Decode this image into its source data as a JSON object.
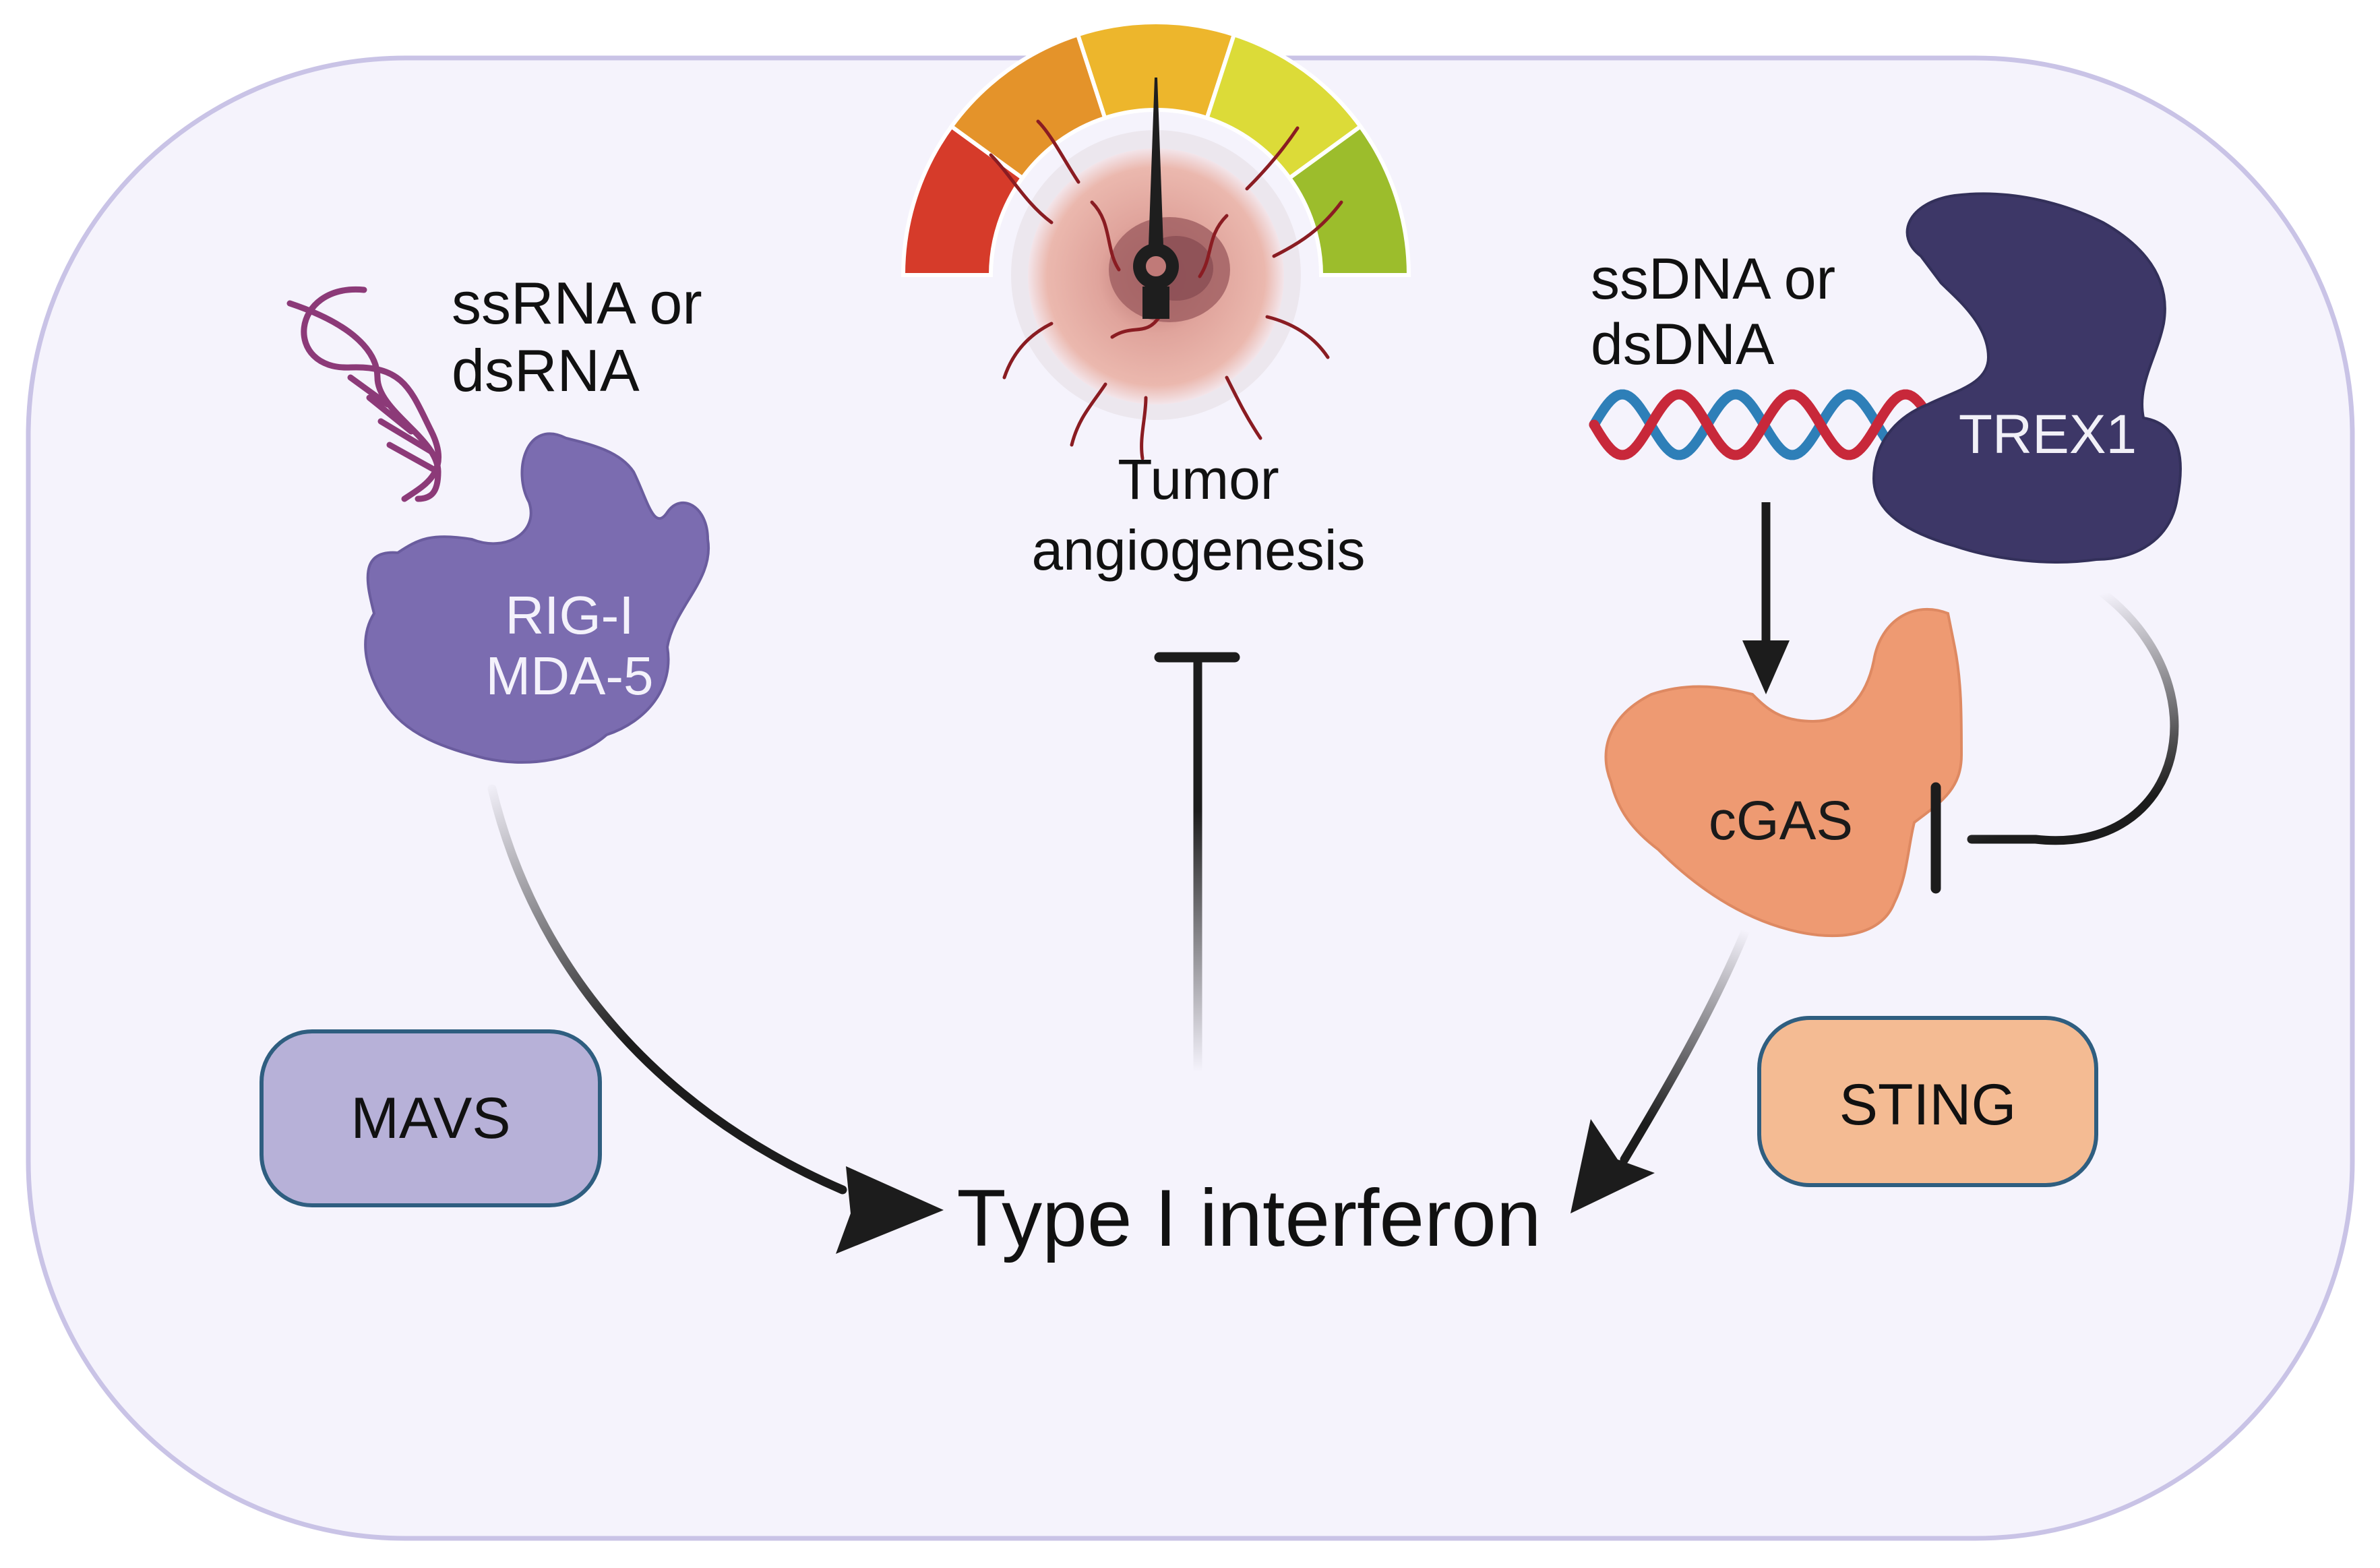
{
  "labels": {
    "rna_line1": "ssRNA or",
    "rna_line2": "dsRNA",
    "rig_line1": "RIG-I",
    "rig_line2": "MDA-5",
    "tumor_line1": "Tumor",
    "tumor_line2": "angiogenesis",
    "dna_line1": "ssDNA or",
    "dna_line2": "dsDNA",
    "trex1": "TREX1",
    "cgas": "cGAS",
    "mavs": "MAVS",
    "sting": "STING",
    "output": "Type I interferon"
  },
  "gauge": {
    "segment_colors": [
      "#d63b2a",
      "#e4932a",
      "#edb62c",
      "#dcdb38",
      "#9cbd2c"
    ]
  },
  "colors": {
    "cell_fill": "#f5f3fc",
    "cell_border": "#c9c3e6",
    "rig_protein": "#7b6cb0",
    "trex1_protein": "#3d3767",
    "cgas_protein": "#ee9a72",
    "mavs_fill": "#b7b1d8",
    "sting_fill": "#f4bb93",
    "box_border": "#2f5e80",
    "rna_helix": "#8c3a78",
    "dna_red": "#c8283a",
    "dna_blue": "#2e7fb8",
    "arrow": "#1c1c1c"
  }
}
